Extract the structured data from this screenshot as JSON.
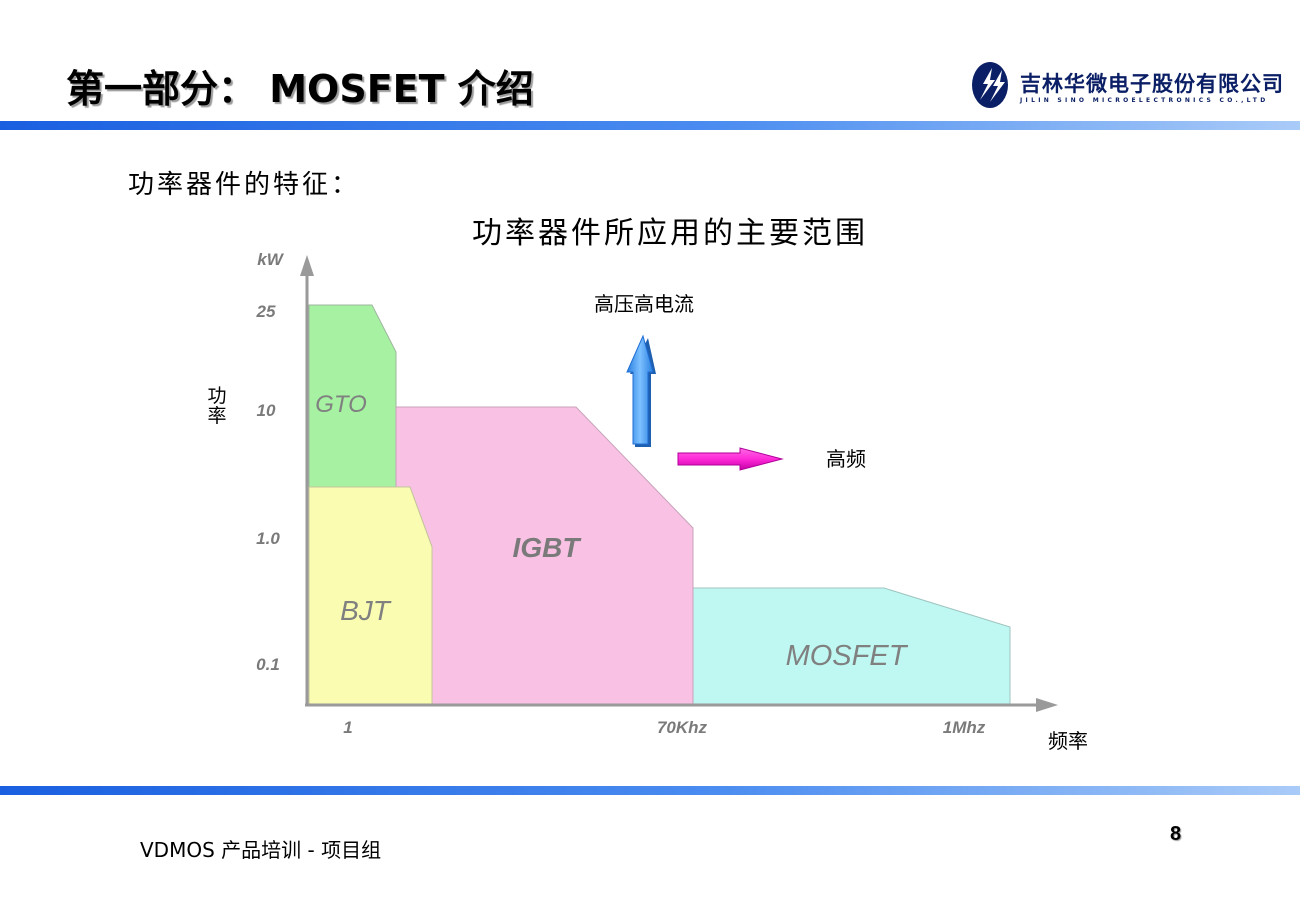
{
  "slide": {
    "title": "第一部分： MOSFET 介绍",
    "subtitle": "功率器件的特征：",
    "footer": "VDMOS 产品培训 - 项目组",
    "page_number": "8"
  },
  "logo": {
    "name": "吉林华微电子股份有限公司",
    "english": "JILIN SINO MICROELECTRONICS CO.,LTD",
    "icon": "company-logo-icon",
    "color": "#0b1f66"
  },
  "diagram": {
    "title": "功率器件所应用的主要范围",
    "y_unit": "kW",
    "y_axis_label": "功率",
    "x_axis_label": "频率",
    "y_ticks": [
      "25",
      "10",
      "1.0",
      "0.1"
    ],
    "x_ticks": [
      "1",
      "70Khz",
      "1Mhz"
    ],
    "regions": [
      {
        "label": "GTO",
        "color": "#a6f2a2"
      },
      {
        "label": "BJT",
        "color": "#fafcb2"
      },
      {
        "label": "IGBT",
        "color": "#f9c2e4"
      },
      {
        "label": "MOSFET",
        "color": "#bff8f2"
      }
    ],
    "arrow_up_label": "高压高电流",
    "arrow_right_label": "高频",
    "arrow_up_color": "#4fa3f0",
    "arrow_right_color": "#ff2ad8"
  }
}
